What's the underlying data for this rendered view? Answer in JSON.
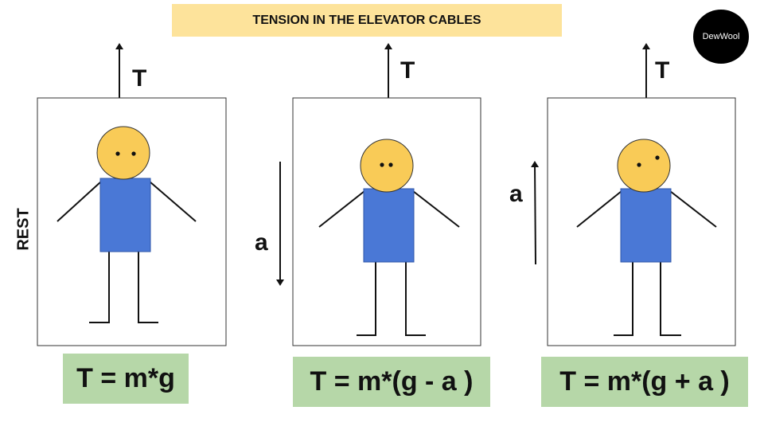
{
  "title": "TENSION IN THE ELEVATOR CABLES",
  "logo": "DewWool",
  "side_label": "REST",
  "elevators": [
    {
      "tension_label": "T",
      "accel_label": "",
      "accel_direction": "none",
      "formula": "T = m*g"
    },
    {
      "tension_label": "T",
      "accel_label": "a",
      "accel_direction": "down",
      "formula": "T = m*(g - a )"
    },
    {
      "tension_label": "T",
      "accel_label": "a",
      "accel_direction": "up",
      "formula": "T = m*(g + a )"
    }
  ],
  "colors": {
    "title_bg": "#fde39b",
    "head": "#f9cb57",
    "body": "#4a78d6",
    "formula_bg": "#b6d7a8",
    "logo_bg": "#000000"
  }
}
